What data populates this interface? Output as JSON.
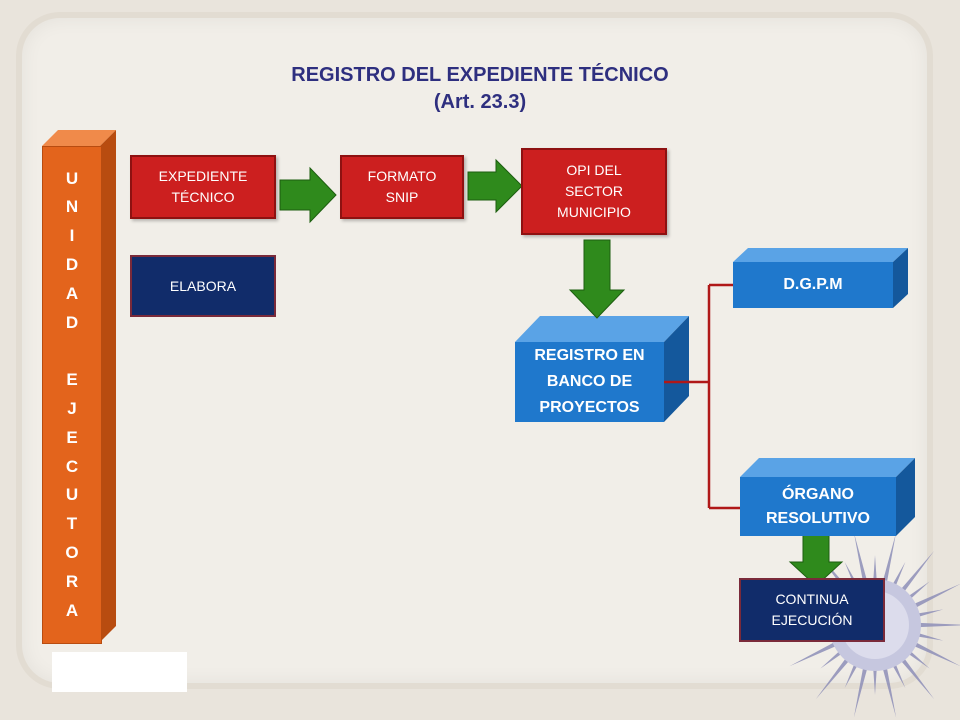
{
  "title": {
    "line1": "REGISTRO DEL EXPEDIENTE TÉCNICO",
    "line2": "(Art. 23.3)"
  },
  "unit_bar": {
    "letters": [
      "U",
      "N",
      "I",
      "D",
      "A",
      "D",
      "",
      "E",
      "J",
      "E",
      "C",
      "U",
      "T",
      "O",
      "R",
      "A"
    ]
  },
  "boxes": {
    "expediente": {
      "line1": "EXPEDIENTE",
      "line2": "TÉCNICO"
    },
    "formato": {
      "line1": "FORMATO",
      "line2": "SNIP"
    },
    "opi": {
      "line1": "OPI DEL",
      "line2": "SECTOR",
      "line3": "MUNICIPIO"
    },
    "elabora": "ELABORA",
    "registro": {
      "line1": "REGISTRO EN",
      "line2": "BANCO DE",
      "line3": "PROYECTOS"
    },
    "dgpm": "D.G.P.M",
    "organo": {
      "line1": "ÓRGANO",
      "line2": "RESOLUTIVO"
    },
    "continua": {
      "line1": "CONTINUA",
      "line2": "EJECUCIÓN"
    }
  },
  "colors": {
    "red_box": "#cc1f1f",
    "navy_box": "#112c6a",
    "blue_cube": "#1f78cc",
    "orange_bar": "#e3641c",
    "arrow_green": "#2f8a1c",
    "connector": "#b01818",
    "title": "#2e2f7f"
  }
}
